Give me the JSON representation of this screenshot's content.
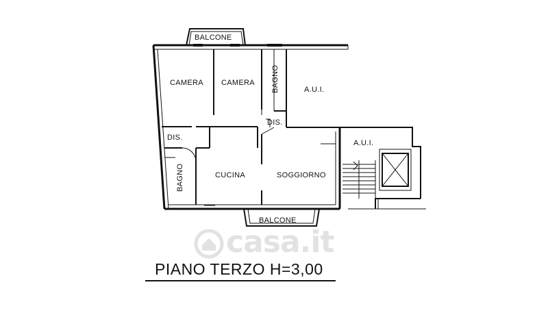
{
  "plan": {
    "rooms": {
      "balcone_top": "BALCONE",
      "camera_left": "CAMERA",
      "camera_mid": "CAMERA",
      "bagno_top": "BAGNO",
      "aui_top": "A.U.I.",
      "dis_center": "DIS.",
      "dis_left": "DIS.",
      "aui_right": "A.U.I.",
      "bagno_left": "BAGNO",
      "cucina": "CUCINA",
      "soggiorno": "SOGGIORNO",
      "balcone_bottom": "BALCONE"
    },
    "title": "PIANO TERZO H=3,00",
    "watermark": "casa.it"
  },
  "colors": {
    "ink": "#111111",
    "watermark": "#969696"
  }
}
